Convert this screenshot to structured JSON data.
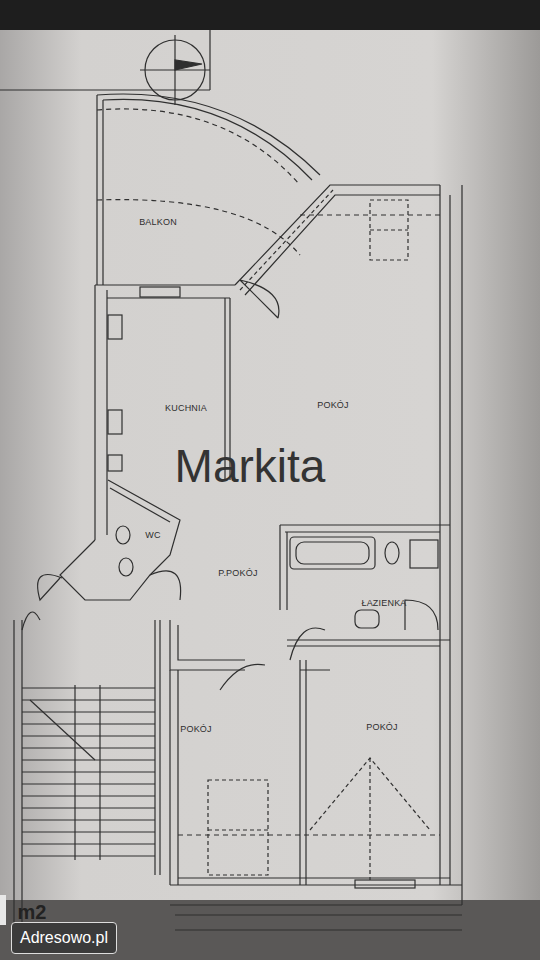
{
  "diagram": {
    "nodes": [
      {
        "text": [
          "BALKON"
        ]
      },
      {
        "text": [
          "KUCHNIA"
        ]
      },
      {
        "text": [
          "POKÓJ"
        ]
      },
      {
        "text": [
          "WC"
        ]
      },
      {
        "text": [
          "P.POKÓJ"
        ]
      },
      {
        "text": [
          "ŁAZIENKA"
        ]
      },
      {
        "text": [
          "POKÓJ"
        ]
      },
      {
        "text": [
          "POKÓJ"
        ]
      }
    ],
    "labels": [
      "Markita",
      "m2",
      "Adresowo.pl"
    ]
  }
}
